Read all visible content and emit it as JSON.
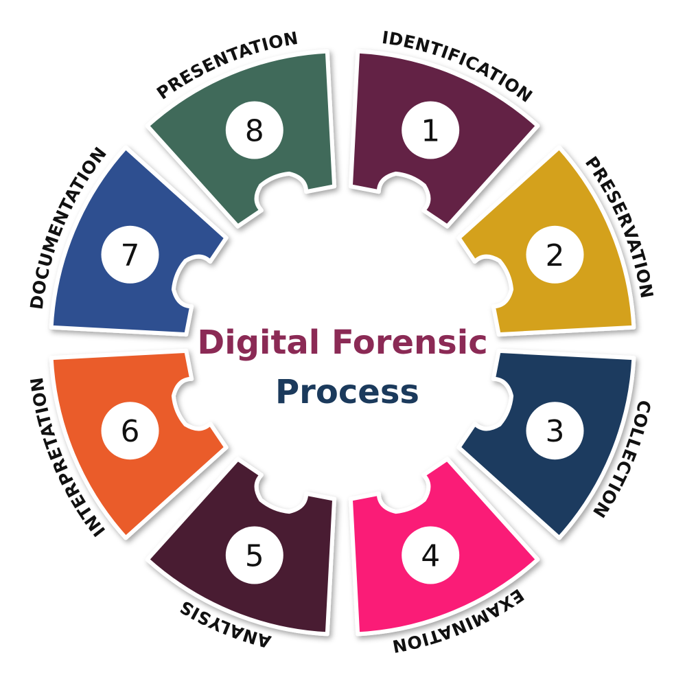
{
  "title": {
    "line1": "Digital Forensic",
    "line2": "Process",
    "line1_color": "#8B2A55",
    "line2_color": "#1B3A5C"
  },
  "steps": [
    {
      "number": "1",
      "label": "IDENTIFICATION",
      "color": "#642444"
    },
    {
      "number": "2",
      "label": "PRESERVATION",
      "color": "#D4A11E"
    },
    {
      "number": "3",
      "label": "COLLECTION",
      "color": "#1B3A5E"
    },
    {
      "number": "4",
      "label": "EXAMINATION",
      "color": "#FA1A77"
    },
    {
      "number": "5",
      "label": "ANALYSIS",
      "color": "#481A30"
    },
    {
      "number": "6",
      "label": "INTERPRETATION",
      "color": "#EA5B2B"
    },
    {
      "number": "7",
      "label": "DOCUMENTATION",
      "color": "#2F5090"
    },
    {
      "number": "8",
      "label": "PRESENTATION",
      "color": "#3F6A5A"
    }
  ]
}
